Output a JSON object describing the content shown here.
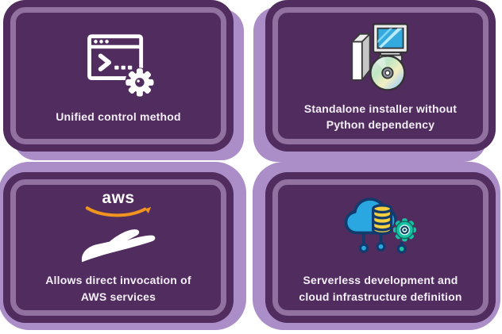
{
  "page": {
    "background": "#ffffff"
  },
  "theme": {
    "card_fill": "#512c5e",
    "inner_ring": "#91719f",
    "back_plate": "#ab8dc7",
    "label_color": "#f3eef6",
    "aws_orange": "#f0941f",
    "cloud_blue": "#2aa7e0",
    "outline_navy": "#123a6d",
    "database_yellow": "#f6cf3f",
    "gear_teal": "#17c3a4"
  },
  "cards": [
    {
      "name": "unified-control-method",
      "icon": "terminal-gear-icon",
      "lines": [
        "Unified control method"
      ]
    },
    {
      "name": "standalone-installer",
      "icon": "installer-cd-icon",
      "lines": [
        "Standalone installer without",
        "Python dependency"
      ]
    },
    {
      "name": "aws-direct-invocation",
      "icon": "aws-offer-hand-icon",
      "aws_wordmark": "aws",
      "lines": [
        "Allows direct invocation of",
        "AWS services"
      ]
    },
    {
      "name": "serverless-cloud-infra",
      "icon": "cloud-infrastructure-icon",
      "lines": [
        "Serverless development and",
        "cloud infrastructure definition"
      ]
    }
  ]
}
